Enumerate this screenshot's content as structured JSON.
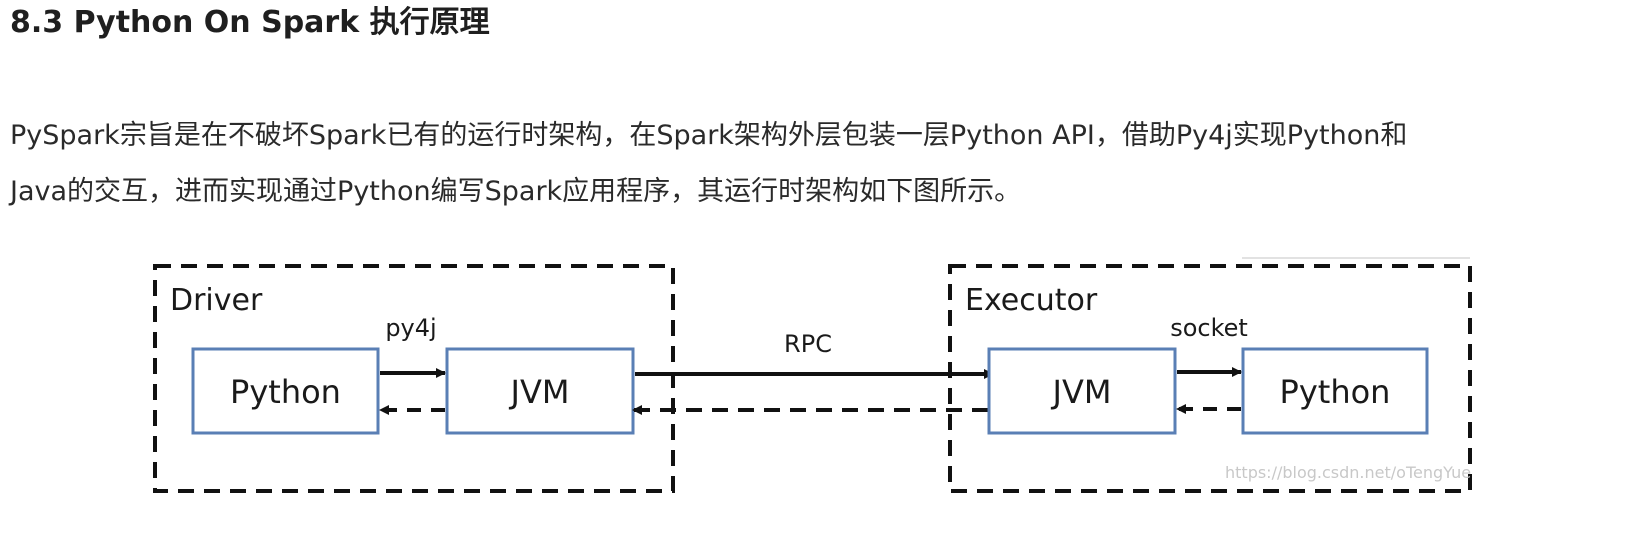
{
  "section": {
    "heading": "8.3 Python On Spark 执行原理"
  },
  "paragraph": {
    "line1": "PySpark宗旨是在不破坏Spark已有的运行时架构，在Spark架构外层包装一层Python API，借助Py4j实现Python和",
    "line2": "Java的交互，进而实现通过Python编写Spark应用程序，其运行时架构如下图所示。"
  },
  "diagram": {
    "driver": {
      "label": "Driver",
      "python_box": "Python",
      "jvm_box": "JVM",
      "link_label": "py4j"
    },
    "rpc_label": "RPC",
    "executor": {
      "label": "Executor",
      "jvm_box": "JVM",
      "python_box": "Python",
      "link_label": "socket"
    },
    "watermark": "https://blog.csdn.net/oTengYue",
    "colors": {
      "box_border": "#5a7fb5",
      "dashed_border": "#111111",
      "arrow": "#111111"
    }
  }
}
